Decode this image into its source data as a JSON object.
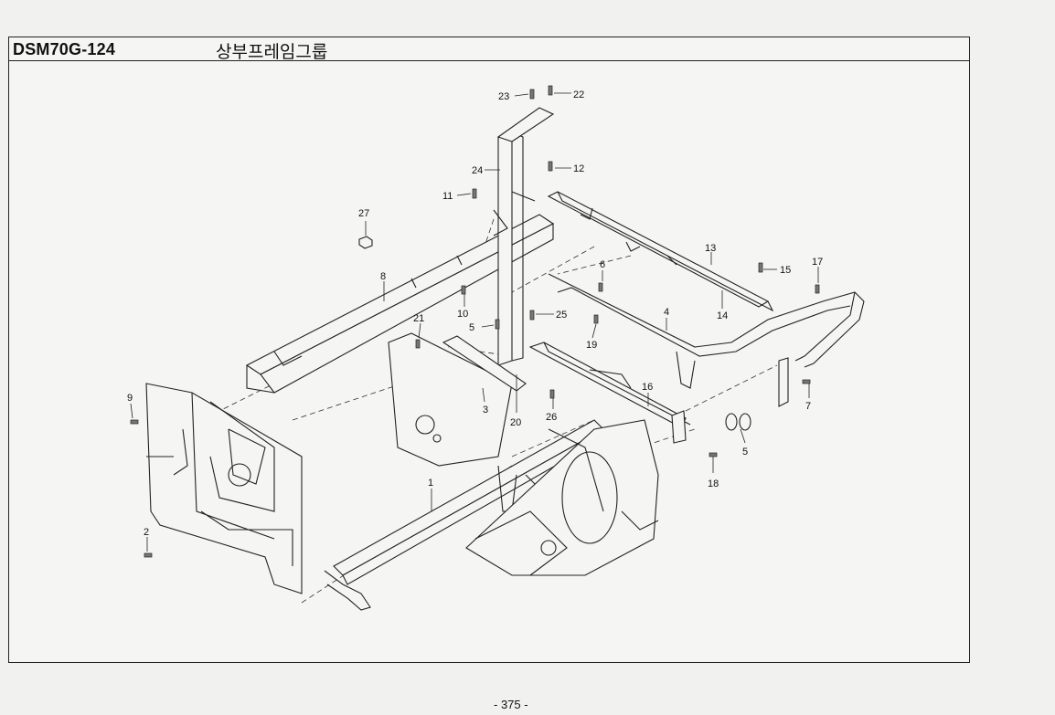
{
  "header": {
    "model_code": "DSM70G-124",
    "group_name": "상부프레임그룹"
  },
  "page_number": "- 375 -",
  "callouts": [
    "1",
    "2",
    "3",
    "4",
    "5",
    "5",
    "6",
    "7",
    "8",
    "9",
    "10",
    "11",
    "12",
    "13",
    "14",
    "15",
    "16",
    "17",
    "18",
    "19",
    "20",
    "21",
    "22",
    "23",
    "24",
    "25",
    "26",
    "27"
  ]
}
